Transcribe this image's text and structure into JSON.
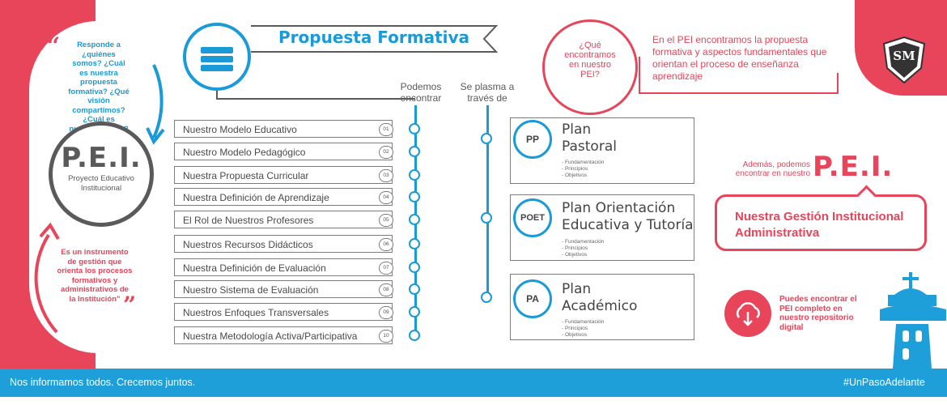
{
  "header": {
    "title": "Propuesta Formativa"
  },
  "left": {
    "question": "Responde a ¿quiénes somos? ¿Cuál es nuestra propuesta formativa? ¿Qué visión compartimos? ¿Cuál es nuestra misión?",
    "pei_big": "P.E.I.",
    "pei_small": "Proyecto Educativo Institucional",
    "instrument": "Es un instrumento de gestión que orienta los procesos formativos y administrativos de la Institución\""
  },
  "col_labels": {
    "podemos": "Podemos encontrar",
    "plasma": "Se plasma a través de"
  },
  "items": [
    {
      "label": "Nuestro Modelo Educativo",
      "num": "01"
    },
    {
      "label": "Nuestro Modelo Pedagógico",
      "num": "02"
    },
    {
      "label": "Nuestra Propuesta Curricular",
      "num": "03"
    },
    {
      "label": "Nuestra Definición de Aprendizaje",
      "num": "04"
    },
    {
      "label": "El Rol de Nuestros Profesores",
      "num": "05"
    },
    {
      "label": "Nuestros Recursos Didácticos",
      "num": "06"
    },
    {
      "label": "Nuestra Definición de Evaluación",
      "num": "07"
    },
    {
      "label": "Nuestro Sistema de Evaluación",
      "num": "08"
    },
    {
      "label": "Nuestros Enfoques Transversales",
      "num": "09"
    },
    {
      "label": "Nuestra Metodología Activa/Participativa",
      "num": "10"
    }
  ],
  "plans": [
    {
      "code": "PP",
      "title1": "Plan",
      "title2": "Pastoral",
      "b1": "- Fundamentación",
      "b2": "- Principios",
      "b3": "- Objetivos"
    },
    {
      "code": "POET",
      "title1": "Plan Orientación",
      "title2": "Educativa y Tutoría",
      "b1": "- Fundamentación",
      "b2": "- Principios",
      "b3": "- Objetivos"
    },
    {
      "code": "PA",
      "title1": "Plan",
      "title2": "Académico",
      "b1": "- Fundamentación",
      "b2": "- Principios",
      "b3": "- Objetivos"
    }
  ],
  "right": {
    "question": "¿Qué encontramos en nuestro PEI?",
    "answer": "En el PEI encontramos la propuesta formativa y aspectos fundamentales que orientan el proceso de enseñanza aprendizaje",
    "ademas": "Además, podemos encontrar en nuestro",
    "pei": "P.E.I.",
    "gestion": "Nuestra Gestión Institucional Administrativa",
    "repo": "Puedes encontrar el PEI completo en nuestro repositorio digital",
    "logo": "SM"
  },
  "footer": {
    "left": "Nos informamos todos. Crecemos juntos.",
    "right": "#UnPasoAdelante"
  },
  "colors": {
    "pink": "#e8445a",
    "blue": "#1a9ad6",
    "grey": "#5a5a5a"
  }
}
